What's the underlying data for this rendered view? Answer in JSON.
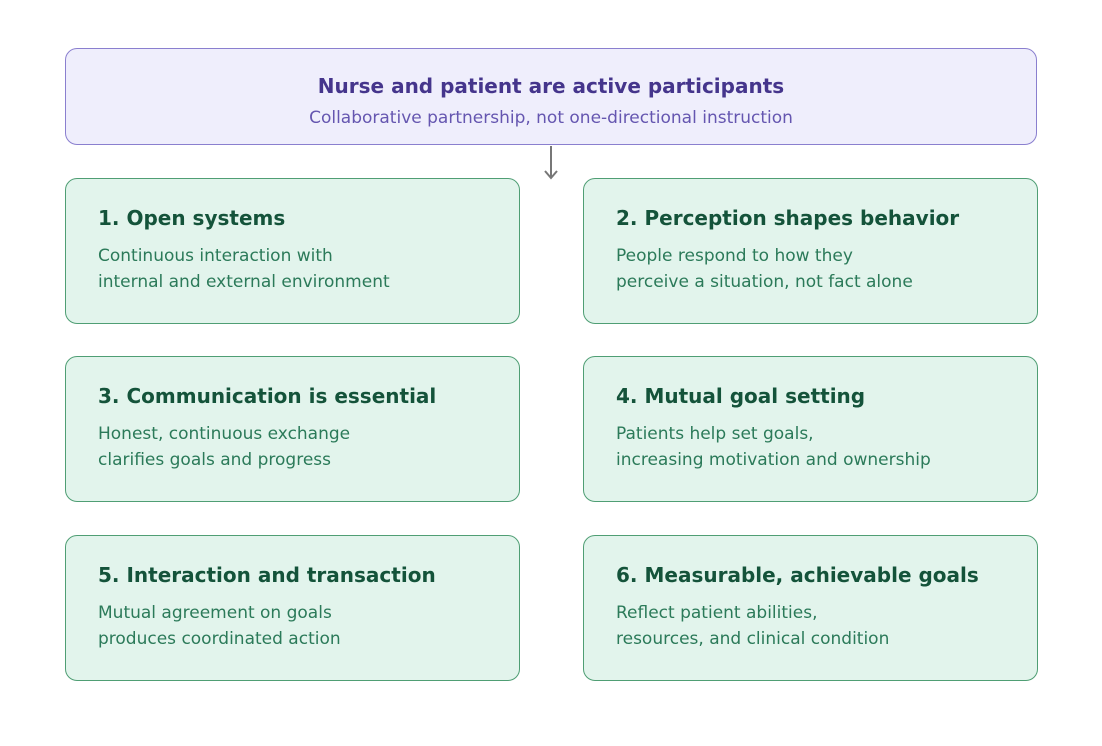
{
  "header": {
    "title": "Nurse and patient are active participants",
    "subtitle": "Collaborative partnership, not one-directional instruction"
  },
  "cards": [
    {
      "title": "1. Open systems",
      "lines": [
        "Continuous interaction with",
        "internal and external environment"
      ]
    },
    {
      "title": "2. Perception shapes behavior",
      "lines": [
        "People respond to how they",
        "perceive a situation, not fact alone"
      ]
    },
    {
      "title": "3. Communication is essential",
      "lines": [
        "Honest, continuous exchange",
        "clarifies goals and progress"
      ]
    },
    {
      "title": "4. Mutual goal setting",
      "lines": [
        "Patients help set goals,",
        "increasing motivation and ownership"
      ]
    },
    {
      "title": "5. Interaction and transaction",
      "lines": [
        "Mutual agreement on goals",
        "produces coordinated action"
      ]
    },
    {
      "title": "6. Measurable, achievable goals",
      "lines": [
        "Reflect patient abilities,",
        "resources, and clinical condition"
      ]
    }
  ],
  "colors": {
    "header_fill": "#efeefc",
    "header_border": "#8a7fcf",
    "header_title": "#45358c",
    "card_fill": "#e2f4ec",
    "card_border": "#4f9e74",
    "card_title": "#14533a",
    "card_text": "#2b7a59",
    "arrow": "#777777"
  }
}
